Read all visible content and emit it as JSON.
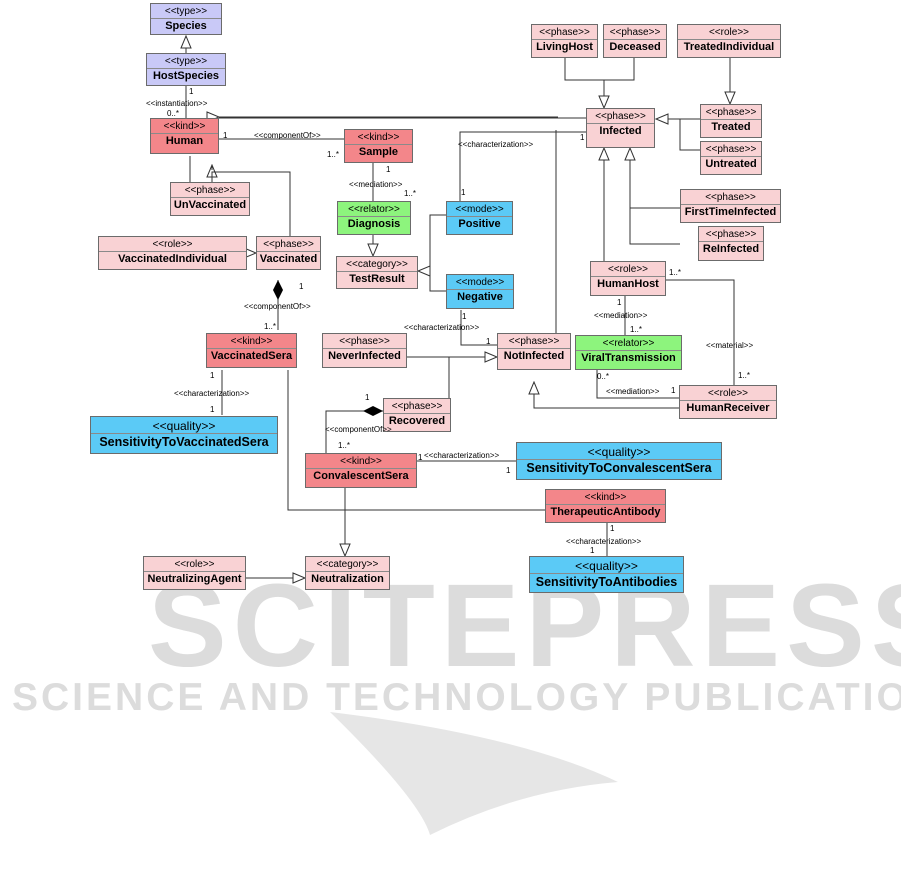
{
  "classes": {
    "species": {
      "stereotype": "<<type>>",
      "name": "Species"
    },
    "host_species": {
      "stereotype": "<<type>>",
      "name": "HostSpecies"
    },
    "human": {
      "stereotype": "<<kind>>",
      "name": "Human"
    },
    "sample": {
      "stereotype": "<<kind>>",
      "name": "Sample"
    },
    "un_vaccinated": {
      "stereotype": "<<phase>>",
      "name": "UnVaccinated"
    },
    "diagnosis": {
      "stereotype": "<<relator>>",
      "name": "Diagnosis"
    },
    "positive": {
      "stereotype": "<<mode>>",
      "name": "Positive"
    },
    "test_result": {
      "stereotype": "<<category>>",
      "name": "TestResult"
    },
    "negative": {
      "stereotype": "<<mode>>",
      "name": "Negative"
    },
    "vaccinated_individual": {
      "stereotype": "<<role>>",
      "name": "VaccinatedIndividual"
    },
    "vaccinated": {
      "stereotype": "<<phase>>",
      "name": "Vaccinated"
    },
    "vaccinated_sera": {
      "stereotype": "<<kind>>",
      "name": "VaccinatedSera"
    },
    "sensitivity_vaccinated_sera": {
      "stereotype": "<<quality>>",
      "name": "SensitivityToVaccinatedSera"
    },
    "living_host": {
      "stereotype": "<<phase>>",
      "name": "LivingHost"
    },
    "deceased": {
      "stereotype": "<<phase>>",
      "name": "Deceased"
    },
    "treated_individual": {
      "stereotype": "<<role>>",
      "name": "TreatedIndividual"
    },
    "infected": {
      "stereotype": "<<phase>>",
      "name": "Infected"
    },
    "treated": {
      "stereotype": "<<phase>>",
      "name": "Treated"
    },
    "untreated": {
      "stereotype": "<<phase>>",
      "name": "Untreated"
    },
    "first_time_infected": {
      "stereotype": "<<phase>>",
      "name": "FirstTimeInfected"
    },
    "reinfected": {
      "stereotype": "<<phase>>",
      "name": "ReInfected"
    },
    "human_host": {
      "stereotype": "<<role>>",
      "name": "HumanHost"
    },
    "never_infected": {
      "stereotype": "<<phase>>",
      "name": "NeverInfected"
    },
    "not_infected": {
      "stereotype": "<<phase>>",
      "name": "NotInfected"
    },
    "viral_transmission": {
      "stereotype": "<<relator>>",
      "name": "ViralTransmission"
    },
    "human_receiver": {
      "stereotype": "<<role>>",
      "name": "HumanReceiver"
    },
    "recovered": {
      "stereotype": "<<phase>>",
      "name": "Recovered"
    },
    "convalescent_sera": {
      "stereotype": "<<kind>>",
      "name": "ConvalescentSera"
    },
    "sensitivity_convalescent_sera": {
      "stereotype": "<<quality>>",
      "name": "SensitivityToConvalescentSera"
    },
    "therapeutic_antibody": {
      "stereotype": "<<kind>>",
      "name": "TherapeuticAntibody"
    },
    "sensitivity_antibodies": {
      "stereotype": "<<quality>>",
      "name": "SensitivityToAntibodies"
    },
    "neutralizing_agent": {
      "stereotype": "<<role>>",
      "name": "NeutralizingAgent"
    },
    "neutralization": {
      "stereotype": "<<category>>",
      "name": "Neutralization"
    }
  },
  "labels": {
    "instantiation": "<<instantiation>>",
    "component_of": "<<componentOf>>",
    "mediation": "<<mediation>>",
    "characterization": "<<characterization>>",
    "material": "<<material>>",
    "one": "1",
    "one_many": "1..*",
    "zero_many": "0..*"
  },
  "watermark": {
    "main": "SCITEPRESS",
    "sub": "SCIENCE AND TECHNOLOGY PUBLICATIONS"
  },
  "colors": {
    "kind": "#f3868a",
    "phase_role": "#f9d2d4",
    "type": "#c9c9f7",
    "mode_quality": "#5bcaf6",
    "relator": "#8df47d"
  }
}
